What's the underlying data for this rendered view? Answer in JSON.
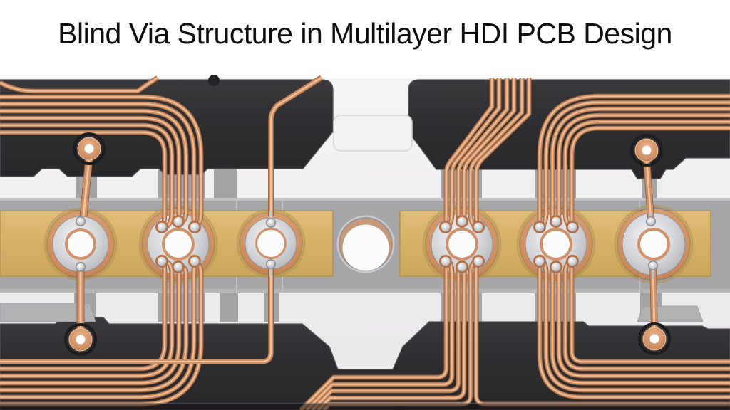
{
  "title": {
    "text": "Blind Via Structure in Multilayer HDI PCB Design"
  },
  "palette": {
    "page_bg": "#ffffff",
    "title_color": "#0e0e0e",
    "substrate_white": "#efeeef",
    "panel_dark": "#2e2d30",
    "panel_edge": "#56545b",
    "copper_main": "#cf9168",
    "copper_outline": "#96603c",
    "copper_highlight": "#f2c59f",
    "gold_strip": "#d8b46c",
    "gold_edge": "#b3924e",
    "carrier_gray": "#a7a7aa",
    "rail_gray": "#a4a4a7",
    "silver_pad": "#d6d7da",
    "hole_white": "#fdfcfc"
  },
  "scene": {
    "via_pad_count": 6,
    "riveted_pad_count": 3,
    "annular_hole_pad_count": 4,
    "center_drill_hole_count": 1,
    "trace_bundle_count": 4
  }
}
